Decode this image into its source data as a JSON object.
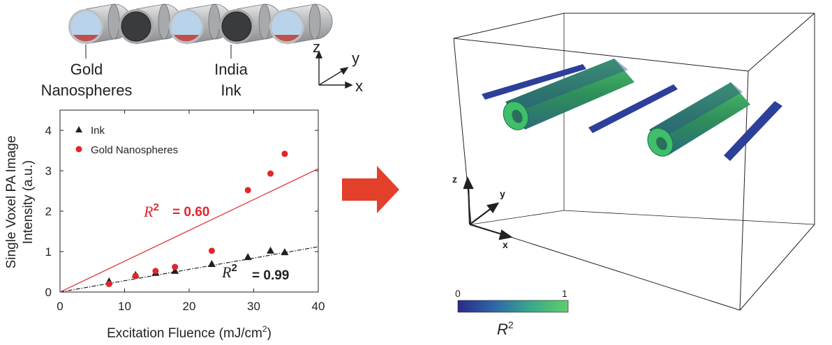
{
  "diagram": {
    "label_gold_line1": "Gold",
    "label_gold_line2": "Nanospheres",
    "label_ink_line1": "India",
    "label_ink_line2": "Ink",
    "axis_z": "z",
    "axis_y": "y",
    "axis_x": "x",
    "tubes": [
      "gold",
      "ink",
      "gold",
      "ink",
      "gold"
    ]
  },
  "chart_data": {
    "type": "scatter",
    "xlabel": "Excitation Fluence (mJ/cm",
    "xlabel_sup": "2",
    "xlabel_end": ")",
    "ylabel_line1": "Single Voxel PA Image",
    "ylabel_line2": "Intensity (a.u.)",
    "xlim": [
      0,
      40
    ],
    "ylim": [
      0,
      4.5
    ],
    "xticks": [
      0,
      10,
      20,
      30,
      40
    ],
    "yticks": [
      0,
      1,
      2,
      3,
      4
    ],
    "legend_position": "top-left",
    "series": [
      {
        "name": "Ink",
        "marker": "triangle",
        "color": "#231f20",
        "x": [
          7.6,
          11.7,
          14.8,
          17.8,
          23.5,
          29.1,
          32.6,
          34.8
        ],
        "y": [
          0.26,
          0.42,
          0.47,
          0.52,
          0.69,
          0.86,
          1.02,
          0.98
        ],
        "fit": {
          "x": [
            0,
            40
          ],
          "y": [
            0,
            1.12
          ],
          "style": "dash-dot"
        },
        "r2_label": "R",
        "r2_exp": "2",
        "r2_value": "= 0.99"
      },
      {
        "name": "Gold Nanospheres",
        "marker": "circle",
        "color": "#e0262b",
        "x": [
          7.6,
          11.7,
          14.8,
          17.8,
          23.5,
          29.1,
          32.6,
          34.8
        ],
        "y": [
          0.2,
          0.4,
          0.52,
          0.62,
          1.02,
          2.52,
          2.93,
          3.42
        ],
        "fit": {
          "x": [
            0,
            40
          ],
          "y": [
            0,
            3.05
          ],
          "style": "solid"
        },
        "r2_label": "R",
        "r2_exp": "2",
        "r2_value": "= 0.60"
      }
    ]
  },
  "volume": {
    "axis_z": "z",
    "axis_y": "y",
    "axis_x": "x",
    "colorbar_min": "0",
    "colorbar_max": "1",
    "colorbar_label": "R",
    "colorbar_label_sup": "2",
    "colors": [
      "#2b2f8f",
      "#3a8fb7",
      "#3fbf7a",
      "#5fd06a"
    ]
  },
  "arrow_color": "#e2402a"
}
